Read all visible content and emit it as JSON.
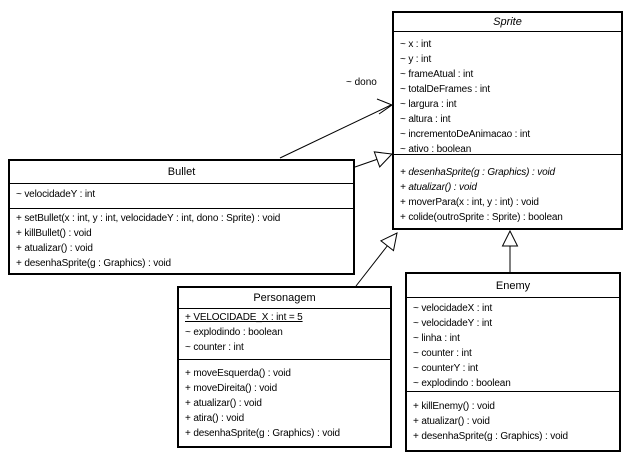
{
  "colors": {
    "background": "#ffffff",
    "line": "#000000",
    "box_fill": "#ffffff",
    "text": "#000000"
  },
  "classes": {
    "sprite": {
      "title": "Sprite",
      "stereotype": "abstract",
      "attributes": [
        "~ x : int",
        "~ y : int",
        "~ frameAtual : int",
        "~ totalDeFrames : int",
        "~ largura : int",
        "~ altura : int",
        "~ incrementoDeAnimacao : int",
        "~ ativo : boolean"
      ],
      "methods": [
        "+ desenhaSprite(g : Graphics) : void",
        "+ atualizar() : void",
        "+ moverPara(x : int, y : int) : void",
        "+ colide(outroSprite : Sprite) : boolean"
      ]
    },
    "bullet": {
      "title": "Bullet",
      "attributes": [
        "~ velocidadeY : int"
      ],
      "methods": [
        "+ setBullet(x : int, y : int, velocidadeY : int, dono : Sprite) : void",
        "+ killBullet() : void",
        "+ atualizar() : void",
        "+ desenhaSprite(g : Graphics) : void"
      ]
    },
    "personagem": {
      "title": "Personagem",
      "attributes": [
        "+ VELOCIDADE_X : int = 5",
        "~ explodindo : boolean",
        "~ counter : int"
      ],
      "methods": [
        "+ moveEsquerda() : void",
        "+ moveDireita() : void",
        "+ atualizar() : void",
        "+ atira() : void",
        "+ desenhaSprite(g : Graphics) : void"
      ]
    },
    "enemy": {
      "title": "Enemy",
      "attributes": [
        "~ velocidadeX : int",
        "~ velocidadeY : int",
        "~ linha : int",
        "~ counter : int",
        "~ counterY : int",
        "~ explodindo : boolean"
      ],
      "methods": [
        "+ killEnemy() : void",
        "+ atualizar() : void",
        "+ desenhaSprite(g : Graphics) : void"
      ]
    }
  },
  "relations": {
    "dono_label": "~ dono",
    "association_bullet_sprite": "Bullet -> Sprite (~ dono)",
    "generalization_bullet_sprite": "Bullet --|> Sprite",
    "generalization_personagem_sprite": "Personagem --|> Sprite",
    "generalization_enemy_sprite": "Enemy --|> Sprite"
  }
}
